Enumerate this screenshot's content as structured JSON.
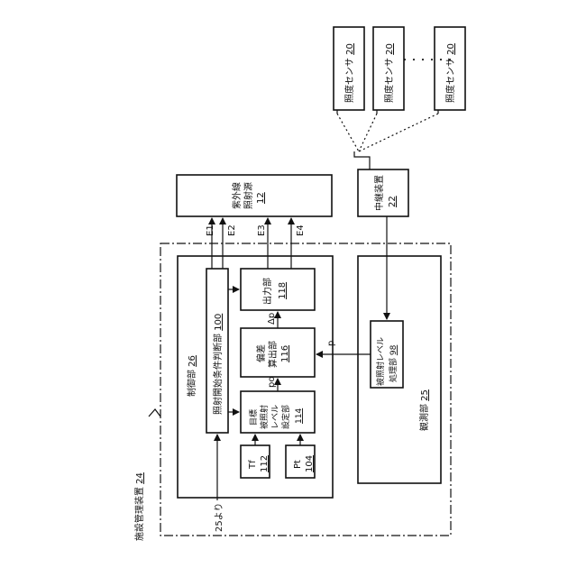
{
  "facility": {
    "name": "施設管理装置",
    "num": "24"
  },
  "sensors": [
    {
      "name": "照度センサ",
      "num": "20"
    },
    {
      "name": "照度センサ",
      "num": "20"
    },
    {
      "name": "照度センサ",
      "num": "20"
    }
  ],
  "sensors_ellipsis": "・・・・・・",
  "relay": {
    "name": "中継装置",
    "num": "22"
  },
  "uv_source": {
    "line1": "紫外線",
    "line2": "照射源",
    "num": "12"
  },
  "control": {
    "name": "制御部",
    "num": "26"
  },
  "measure": {
    "name": "観測部",
    "num": "25"
  },
  "irradiation_judge": {
    "name": "照射開始条件判断部",
    "num": "100"
  },
  "output_unit": {
    "name": "出力部",
    "num": "118"
  },
  "deviation_unit": {
    "line1": "偏差",
    "line2": "算出部",
    "num": "116"
  },
  "target_setting": {
    "line1": "目標",
    "line2": "被照射",
    "line3": "レベル",
    "line4": "設定部",
    "num": "114"
  },
  "tf": {
    "name": "Tf",
    "num": "112"
  },
  "pt": {
    "name": "Pt",
    "num": "104"
  },
  "level_proc": {
    "line1": "被照射レベル",
    "line2": "処理部",
    "num": "98"
  },
  "signals": {
    "e1": "E1",
    "e2": "E2",
    "e3": "E3",
    "e4": "E4",
    "delta_p": "Δp",
    "po": "po",
    "p": "p"
  },
  "input_from": "25より"
}
